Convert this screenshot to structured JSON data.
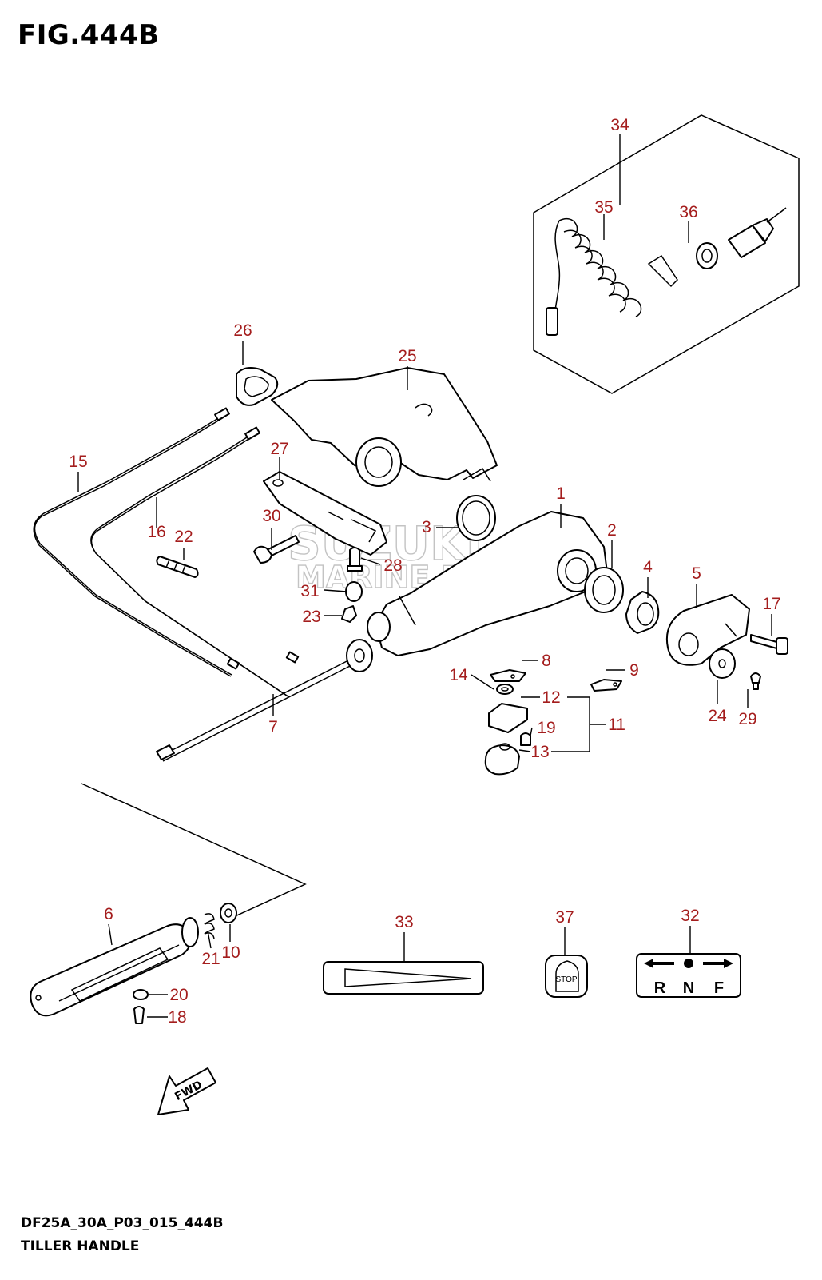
{
  "figure": {
    "title": "FIG.444B",
    "code": "DF25A_30A_P03_015_444B",
    "name": "TILLER HANDLE"
  },
  "watermark": {
    "line1": "SUZUKI",
    "line2": "MARINE PARTS"
  },
  "decals": {
    "stop_text": "STOP",
    "shift_letters": [
      "R",
      "N",
      "F"
    ],
    "fwd_text": "FWD"
  },
  "callouts": {
    "p1": "1",
    "p2": "2",
    "p3": "3",
    "p4": "4",
    "p5": "5",
    "p6": "6",
    "p7": "7",
    "p8": "8",
    "p9": "9",
    "p10": "10",
    "p11": "11",
    "p12": "12",
    "p13": "13",
    "p14": "14",
    "p15": "15",
    "p16": "16",
    "p17": "17",
    "p18": "18",
    "p19": "19",
    "p20": "20",
    "p21": "21",
    "p22": "22",
    "p23": "23",
    "p24": "24",
    "p25": "25",
    "p26": "26",
    "p27": "27",
    "p28": "28",
    "p29": "29",
    "p30": "30",
    "p31": "31",
    "p32": "32",
    "p33": "33",
    "p34": "34",
    "p35": "35",
    "p36": "36",
    "p37": "37"
  },
  "colors": {
    "callout": "#a41d1d",
    "line": "#000000",
    "watermark": "#b9b9b9"
  }
}
